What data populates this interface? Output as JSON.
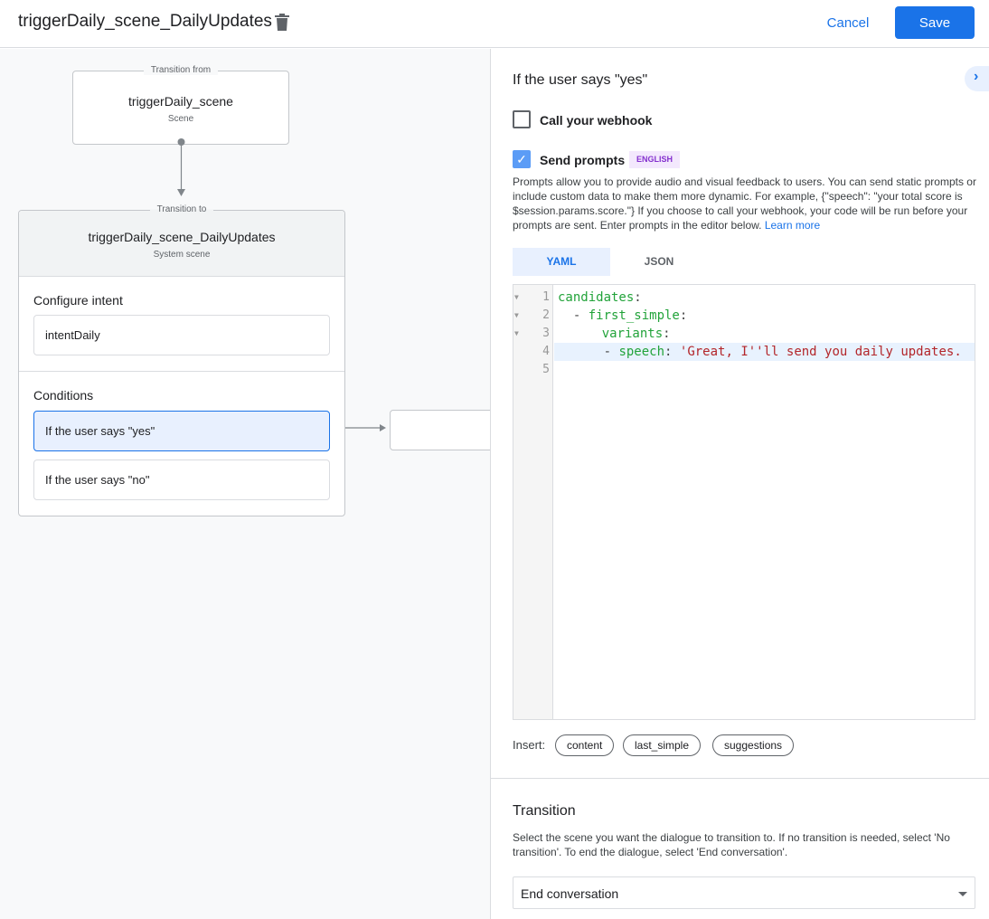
{
  "header": {
    "title": "triggerDaily_scene_DailyUpdates",
    "cancel_label": "Cancel",
    "save_label": "Save"
  },
  "canvas": {
    "from": {
      "legend": "Transition from",
      "name": "triggerDaily_scene",
      "type": "Scene"
    },
    "to": {
      "legend": "Transition to",
      "name": "triggerDaily_scene_DailyUpdates",
      "type": "System scene"
    },
    "configure_intent_label": "Configure intent",
    "intent": "intentDaily",
    "conditions_label": "Conditions",
    "conditions": [
      "If the user says \"yes\"",
      "If the user says \"no\""
    ]
  },
  "panel": {
    "title": "If the user says \"yes\"",
    "webhook_label": "Call your webhook",
    "webhook_checked": false,
    "prompts_label": "Send prompts",
    "prompts_checked": true,
    "language_badge": "ENGLISH",
    "description": "Prompts allow you to provide audio and visual feedback to users. You can send static prompts or include custom data to make them more dynamic. For example, {\"speech\": \"your total score is $session.params.score.\"} If you choose to call your webhook, your code will be run before your prompts are sent. Enter prompts in the editor below.",
    "learn_more": "Learn more",
    "tabs": [
      "YAML",
      "JSON"
    ],
    "active_tab": "YAML",
    "code": {
      "line_numbers": [
        "1",
        "2",
        "3",
        "4",
        "5"
      ],
      "l1_key": "candidates",
      "l2_dash": "  - ",
      "l2_key": "first_simple",
      "l3_key": "variants",
      "l4_dash": "      - ",
      "l4_key": "speech",
      "l4_val": "'Great, I''ll send you daily updates.",
      "colon": ":",
      "indent3": "    "
    },
    "insert_label": "Insert:",
    "insert_chips": [
      "content",
      "last_simple",
      "suggestions"
    ],
    "transition_title": "Transition",
    "transition_desc": "Select the scene you want the dialogue to transition to. If no transition is needed, select 'No transition'. To end the dialogue, select 'End conversation'.",
    "transition_value": "End conversation"
  },
  "colors": {
    "accent": "#1a73e8",
    "badge_bg": "#f3e8fd",
    "badge_text": "#8430ce"
  }
}
